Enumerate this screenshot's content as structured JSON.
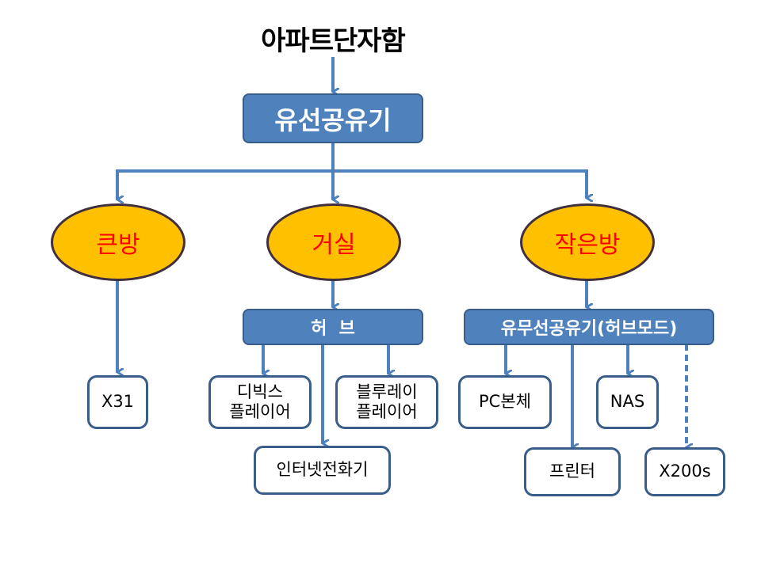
{
  "title": "아파트단자함",
  "colors": {
    "connector": "#4f81bd",
    "box_fill": "#4f81bd",
    "box_border": "#385d8a",
    "room_fill": "#ffc000",
    "room_text": "#ff0000",
    "room_border": "#3f2f3f"
  },
  "router": {
    "label": "유선공유기"
  },
  "rooms": [
    {
      "label": "큰방"
    },
    {
      "label": "거실"
    },
    {
      "label": "작은방"
    }
  ],
  "hub": {
    "label": "허  브"
  },
  "wireless_router": {
    "label": "유무선공유기(허브모드)"
  },
  "devices": {
    "x31": {
      "label": "X31"
    },
    "divx_player": {
      "line1": "디빅스",
      "line2": "플레이어"
    },
    "bluray_player": {
      "line1": "블루레이",
      "line2": "플레이어"
    },
    "internet_phone": {
      "label": "인터넷전화기"
    },
    "pc": {
      "label": "PC본체"
    },
    "nas": {
      "label": "NAS"
    },
    "printer": {
      "label": "프린터"
    },
    "x200s": {
      "label": "X200s"
    }
  },
  "connections": [
    {
      "from": "아파트단자함",
      "to": "유선공유기",
      "style": "solid"
    },
    {
      "from": "유선공유기",
      "to": "큰방",
      "style": "solid"
    },
    {
      "from": "유선공유기",
      "to": "거실",
      "style": "solid"
    },
    {
      "from": "유선공유기",
      "to": "작은방",
      "style": "solid"
    },
    {
      "from": "큰방",
      "to": "X31",
      "style": "solid"
    },
    {
      "from": "거실",
      "to": "허브",
      "style": "solid"
    },
    {
      "from": "허브",
      "to": "디빅스 플레이어",
      "style": "solid"
    },
    {
      "from": "허브",
      "to": "블루레이 플레이어",
      "style": "solid"
    },
    {
      "from": "허브",
      "to": "인터넷전화기",
      "style": "solid"
    },
    {
      "from": "작은방",
      "to": "유무선공유기(허브모드)",
      "style": "solid"
    },
    {
      "from": "유무선공유기(허브모드)",
      "to": "PC본체",
      "style": "solid"
    },
    {
      "from": "유무선공유기(허브모드)",
      "to": "프린터",
      "style": "solid"
    },
    {
      "from": "유무선공유기(허브모드)",
      "to": "NAS",
      "style": "solid"
    },
    {
      "from": "유무선공유기(허브모드)",
      "to": "X200s",
      "style": "dashed"
    }
  ]
}
